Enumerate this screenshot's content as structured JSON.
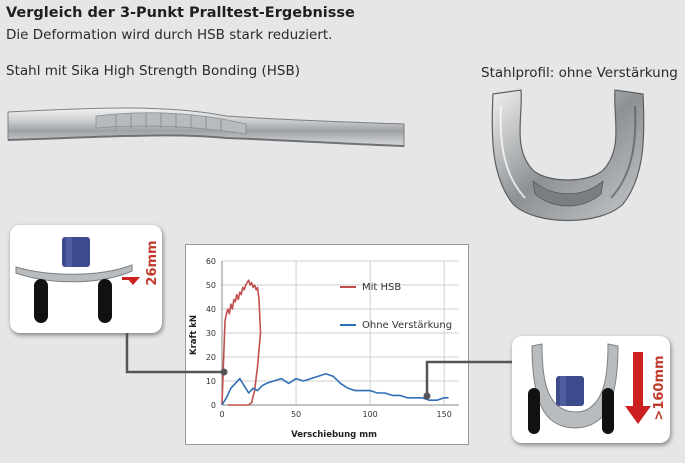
{
  "header": {
    "title": "Vergleich der 3-Punkt Pralltest-Ergebnisse",
    "subtitle": "Die Deformation wird durch HSB stark reduziert."
  },
  "photos": {
    "hsb_label": "Stahl mit Sika High Strength Bonding (HSB)",
    "steel_label": "Stahlprofil: ohne Verstärkung"
  },
  "callouts": {
    "hsb_deflection": "26mm",
    "steel_deflection": ">160mm"
  },
  "colors": {
    "hsb_series": "#c0504d",
    "steel_series": "#2f6fb5",
    "arrow_red": "#cc1f1f",
    "connector": "#555555",
    "accent_text": "#c0392b"
  },
  "icons": {
    "down_arrow": "down-arrow-icon",
    "impactor": "impactor-icon"
  },
  "chart_data": {
    "type": "line",
    "xlabel": "Verschiebung mm",
    "ylabel": "Kraft kN",
    "xlim": [
      0,
      160
    ],
    "ylim": [
      0,
      60
    ],
    "xticks": [
      0,
      50,
      100,
      150
    ],
    "yticks": [
      0,
      10,
      20,
      30,
      40,
      50,
      60
    ],
    "grid": true,
    "legend": "inside-top-right",
    "series": [
      {
        "name": "Mit HSB",
        "color": "#c0504d",
        "x": [
          0,
          1,
          2,
          3,
          4,
          5,
          6,
          7,
          8,
          9,
          10,
          11,
          12,
          13,
          14,
          15,
          16,
          17,
          18,
          19,
          20,
          21,
          22,
          23,
          24,
          25,
          26,
          24,
          22,
          20,
          18,
          16,
          14,
          12,
          10,
          8,
          6,
          5,
          4
        ],
        "y": [
          0,
          18,
          35,
          38,
          40,
          38,
          42,
          40,
          44,
          43,
          46,
          44,
          47,
          46,
          49,
          48,
          50,
          51,
          52,
          50,
          51,
          49,
          50,
          48,
          49,
          44,
          30,
          16,
          6,
          1,
          0,
          0,
          0,
          0,
          0,
          0,
          0,
          0,
          0
        ]
      },
      {
        "name": "Ohne Verstärkung",
        "color": "#2f6fb5",
        "x": [
          0,
          3,
          6,
          9,
          12,
          15,
          18,
          21,
          24,
          27,
          30,
          35,
          40,
          45,
          50,
          55,
          60,
          65,
          70,
          75,
          80,
          85,
          90,
          95,
          100,
          105,
          110,
          115,
          120,
          125,
          130,
          135,
          140,
          145,
          150,
          153
        ],
        "y": [
          0,
          3,
          7,
          9,
          11,
          8,
          5,
          7,
          6,
          8,
          9,
          10,
          11,
          9,
          11,
          10,
          11,
          12,
          13,
          12,
          9,
          7,
          6,
          6,
          6,
          5,
          5,
          4,
          4,
          3,
          3,
          3,
          2,
          2,
          3,
          3
        ]
      }
    ]
  }
}
